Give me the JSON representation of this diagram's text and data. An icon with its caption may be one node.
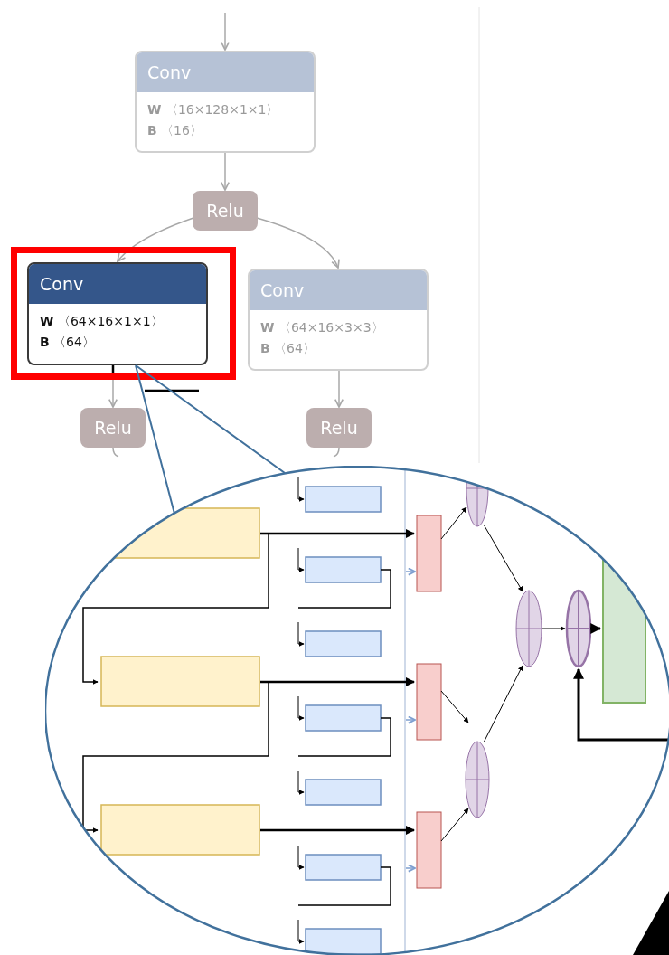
{
  "diagram": {
    "nodes": [
      {
        "text": [
          "Conv",
          "**W** 〈16×128×1×1〉",
          "**B** 〈16〉"
        ]
      },
      {
        "text": [
          "Relu"
        ]
      },
      {
        "text": [
          "Conv",
          "**W** 〈64×16×1×1〉",
          "**B** 〈64〉"
        ]
      },
      {
        "text": [
          "Conv",
          "**W** 〈64×16×3×3〉",
          "**B** 〈64〉"
        ]
      },
      {
        "text": [
          "Relu"
        ]
      },
      {
        "text": [
          "Relu"
        ]
      },
      {
        "text": [],
        "shape": "picture"
      }
    ],
    "edges": [
      {
        "from": null,
        "to": 0,
        "arrow": "to"
      },
      {
        "from": 0,
        "to": 1,
        "arrow": "to"
      },
      {
        "from": 1,
        "to": 2,
        "arrow": "to"
      },
      {
        "from": 1,
        "to": 3,
        "arrow": "to"
      },
      {
        "from": 2,
        "to": 4,
        "arrow": "to"
      },
      {
        "from": 3,
        "to": 5,
        "arrow": "to"
      },
      {
        "from": 4,
        "to": null,
        "arrow": "none"
      },
      {
        "from": 5,
        "to": null,
        "arrow": "none"
      },
      {
        "from": 2,
        "to": 6,
        "arrow": "none",
        "color": "#41719c"
      }
    ]
  }
}
